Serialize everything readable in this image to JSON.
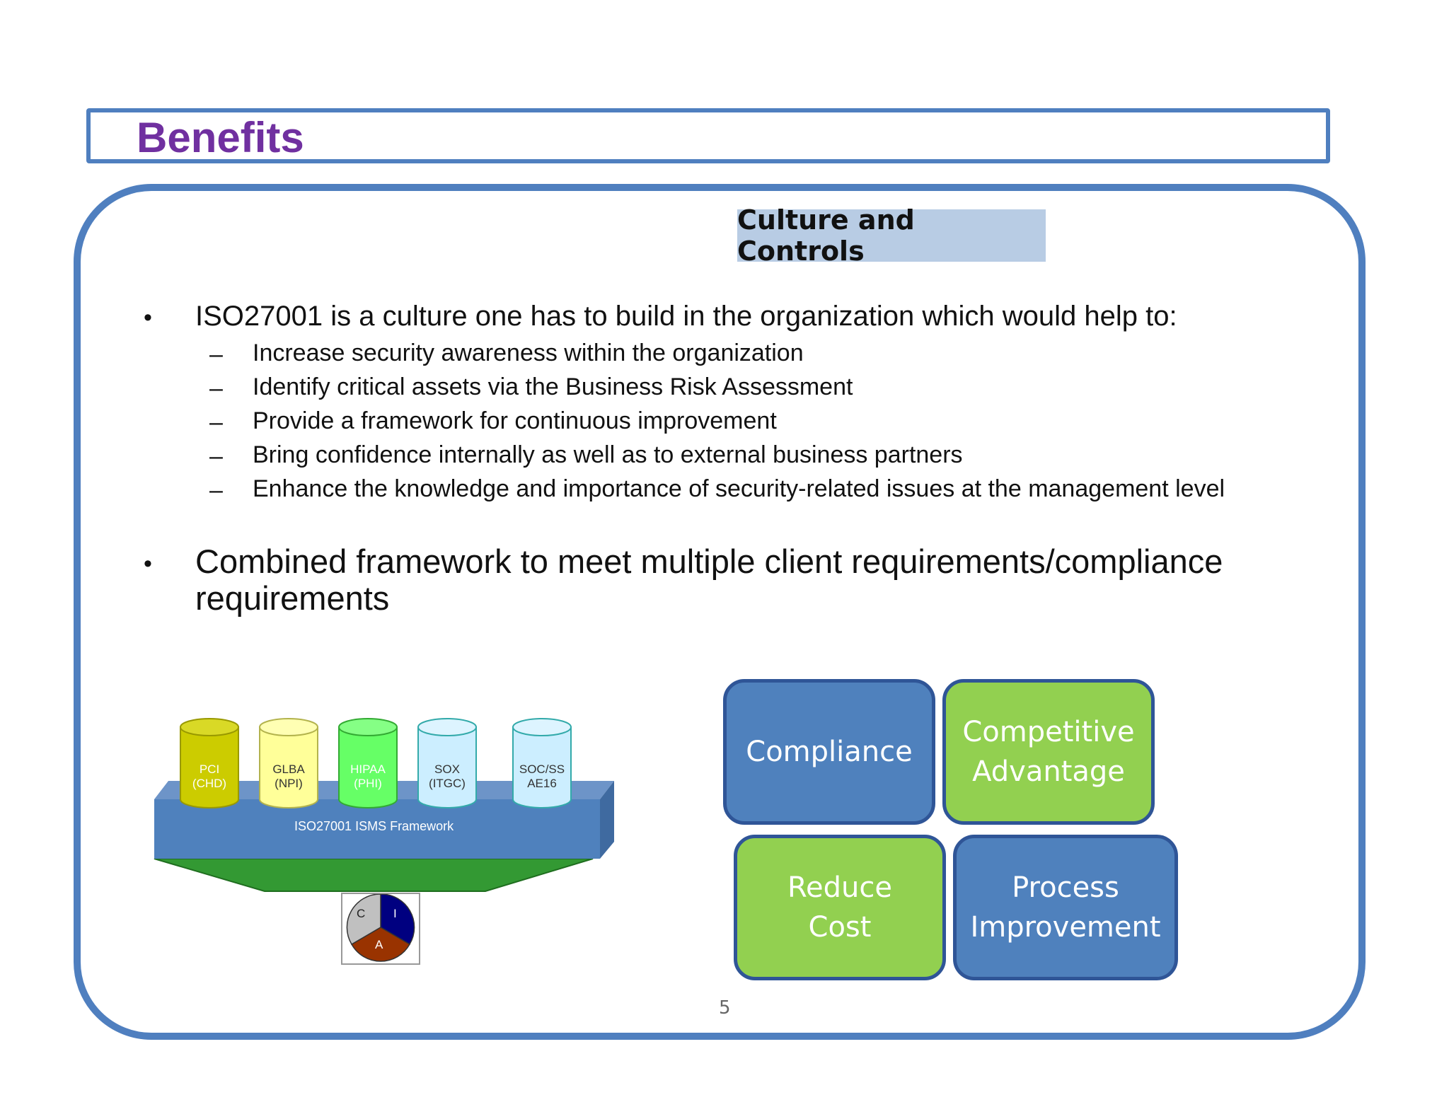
{
  "slide": {
    "title": "Benefits",
    "subtitle": "Culture and Controls",
    "bullet_symbol": "•",
    "dash_symbol": "–",
    "bullet1": "ISO27001 is a culture one has to build in the organization which  would help  to:",
    "sub_items": [
      "Increase security awareness within the organization",
      "Identify critical assets via the Business Risk Assessment",
      "Provide a framework for continuous improvement",
      "Bring confidence internally as well as to external business partners",
      "Enhance the knowledge and importance of security-related issues at the management level"
    ],
    "bullet2": "Combined framework to meet multiple client requirements/compliance requirements",
    "page_number": "5"
  },
  "diagram": {
    "cylinders": [
      {
        "line1": "PCI",
        "line2": "(CHD)",
        "color": "#cccc00",
        "text_color": "#ffffff"
      },
      {
        "line1": "GLBA",
        "line2": "(NPI)",
        "color": "#ffff99",
        "text_color": "#333333"
      },
      {
        "line1": "HIPAA",
        "line2": "(PHI)",
        "color": "#66ff66",
        "text_color": "#ffffff"
      },
      {
        "line1": "SOX",
        "line2": "(ITGC)",
        "color": "#cceeff",
        "text_color": "#333333"
      },
      {
        "line1": "SOC/SS",
        "line2": "AE16",
        "color": "#cceeff",
        "text_color": "#333333"
      }
    ],
    "framework_label": "ISO27001 ISMS Framework",
    "pie_labels": {
      "c": "C",
      "i": "I",
      "a": "A"
    },
    "colors": {
      "platform_front": "#4f81bd",
      "platform_top": "#6d94c8",
      "platform_side": "#3f6aa0",
      "funnel": "#339933",
      "pie_c": "#c0c0c0",
      "pie_i": "#000080",
      "pie_a": "#993300"
    }
  },
  "tiles": [
    {
      "label": "Compliance",
      "style": "blue"
    },
    {
      "label": "Competitive Advantage",
      "style": "green"
    },
    {
      "label": "Reduce Cost",
      "style": "green"
    },
    {
      "label": "Process Improvement",
      "style": "blue"
    }
  ]
}
